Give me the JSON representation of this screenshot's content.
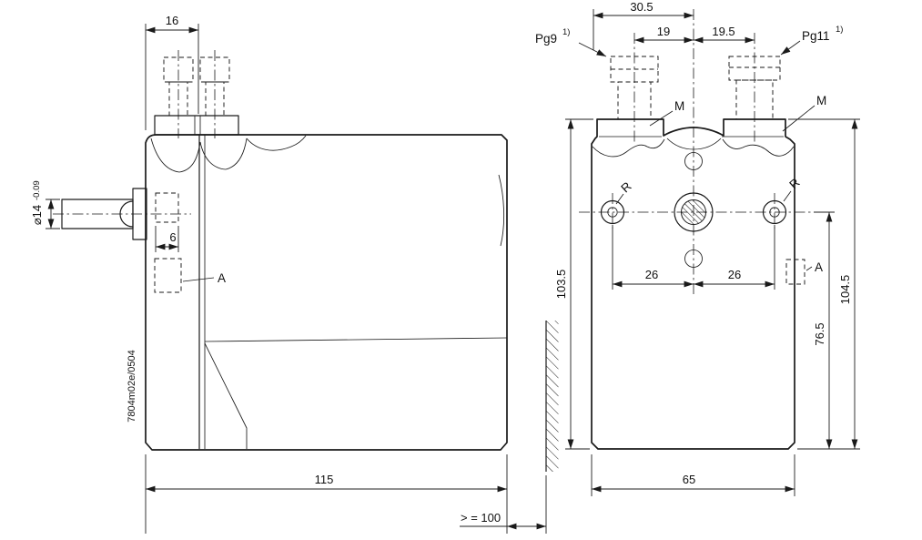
{
  "side_view": {
    "code": "7804m02e/0504",
    "dims": {
      "gland_offset": "16",
      "shaft_diameter": "⌀14",
      "shaft_tolerance": "-0.09",
      "hub_depth": "6",
      "body_length": "115",
      "min_clearance": "> = 100"
    },
    "labels": {
      "detail_a": "A"
    }
  },
  "front_view": {
    "dims": {
      "gland_edge_offset": "30.5",
      "pg9_center_offset": "19",
      "pg11_center_offset": "19.5",
      "body_height": "103.5",
      "hole_spacing_left": "26",
      "hole_spacing_right": "26",
      "hole_height": "76.5",
      "total_height": "104.5",
      "body_width": "65"
    },
    "labels": {
      "pg9": "Pg9",
      "pg9_note": "1)",
      "pg11": "Pg11",
      "pg11_note": "1)",
      "m_left": "M",
      "m_right": "M",
      "r_left": "R",
      "r_right": "R",
      "detail_a": "A"
    }
  }
}
